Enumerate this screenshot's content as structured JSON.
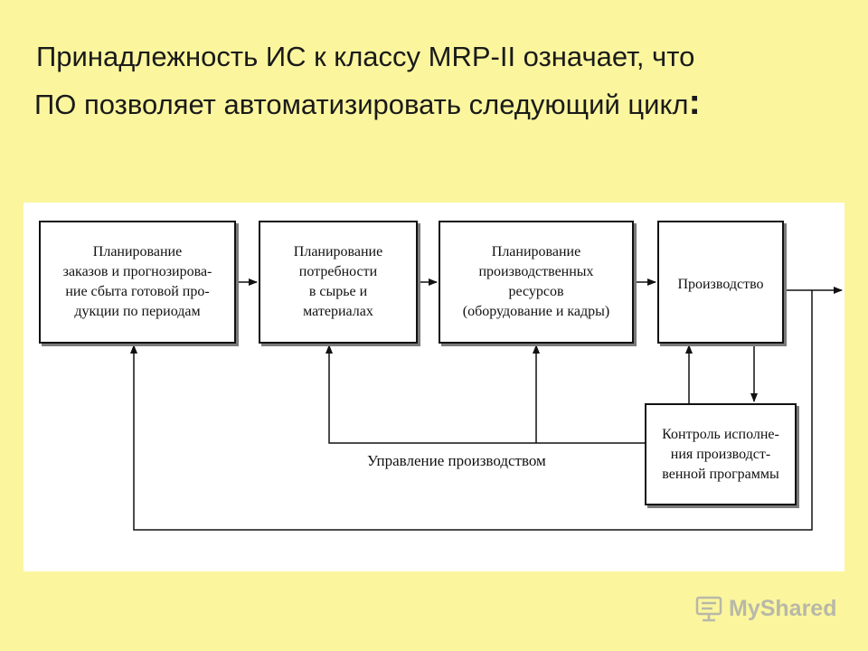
{
  "slide": {
    "title_line1": "Принадлежность ИС к классу MRP-II означает, что",
    "title_line2": "ПО позволяет автоматизировать следующий цикл",
    "title_colon": ":"
  },
  "diagram": {
    "boxes": {
      "orders": "Планирование\nзаказов и прогнозирова-\nние сбыта готовой про-\nдукции по периодам",
      "materials": "Планирование\nпотребности\nв сырье и\nматериалах",
      "resources": "Планирование\nпроизводственных\nресурсов\n(оборудование и кадры)",
      "production": "Производство",
      "control": "Контроль исполне-\nния производст-\nвенной программы"
    },
    "management_label": "Управление производством"
  },
  "watermark": {
    "brand": "MyShared",
    "icon": "presentation-board-icon"
  }
}
